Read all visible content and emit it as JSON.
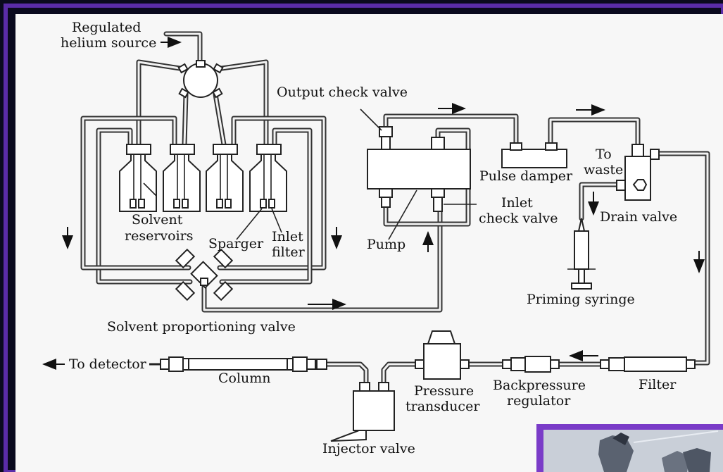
{
  "labels": {
    "regulated": "Regulated",
    "helium_source": "helium source",
    "output_check_valve": "Output check valve",
    "pulse_damper": "Pulse damper",
    "to": "To",
    "waste": "waste",
    "drain_valve": "Drain valve",
    "solvent": "Solvent",
    "reservoirs": "reservoirs",
    "sparger": "Sparger",
    "inlet": "Inlet",
    "filter_lower": "filter",
    "pump": "Pump",
    "inlet_check": "Inlet",
    "check_valve": "check valve",
    "priming_syringe": "Priming syringe",
    "solvent_proportioning_valve": "Solvent proportioning valve",
    "to_detector": "To detector",
    "column": "Column",
    "pressure": "Pressure",
    "transducer": "transducer",
    "backpressure": "Backpressure",
    "regulator": "regulator",
    "filter": "Filter",
    "injector_valve": "Injector valve"
  },
  "colors": {
    "outer_border": "#5a2ca8",
    "background": "#0a0a1e",
    "paper": "#f7f7f7",
    "inset_border": "#7a3cc8"
  }
}
